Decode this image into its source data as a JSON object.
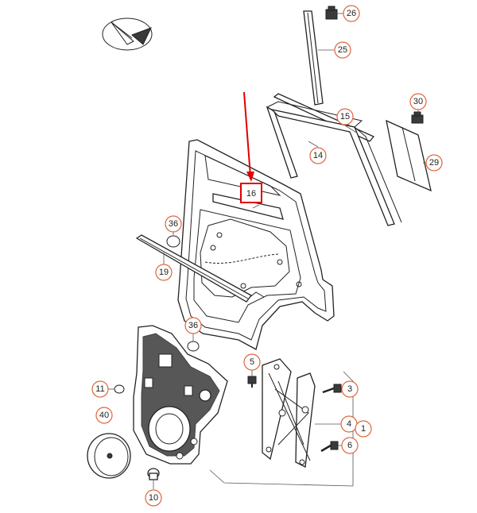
{
  "highlighted_part": "16",
  "callouts": [
    {
      "id": "c26",
      "label": "26"
    },
    {
      "id": "c25",
      "label": "25"
    },
    {
      "id": "c30",
      "label": "30"
    },
    {
      "id": "c15",
      "label": "15"
    },
    {
      "id": "c14",
      "label": "14"
    },
    {
      "id": "c29",
      "label": "29"
    },
    {
      "id": "c36a",
      "label": "36"
    },
    {
      "id": "c19",
      "label": "19"
    },
    {
      "id": "c36b",
      "label": "36"
    },
    {
      "id": "c5",
      "label": "5"
    },
    {
      "id": "c3",
      "label": "3"
    },
    {
      "id": "c11",
      "label": "11"
    },
    {
      "id": "c40",
      "label": "40"
    },
    {
      "id": "c4",
      "label": "4"
    },
    {
      "id": "c1",
      "label": "1"
    },
    {
      "id": "c6",
      "label": "6"
    },
    {
      "id": "c10",
      "label": "10"
    }
  ],
  "colors": {
    "highlight": "#e00000",
    "callout": "#e0643a"
  }
}
